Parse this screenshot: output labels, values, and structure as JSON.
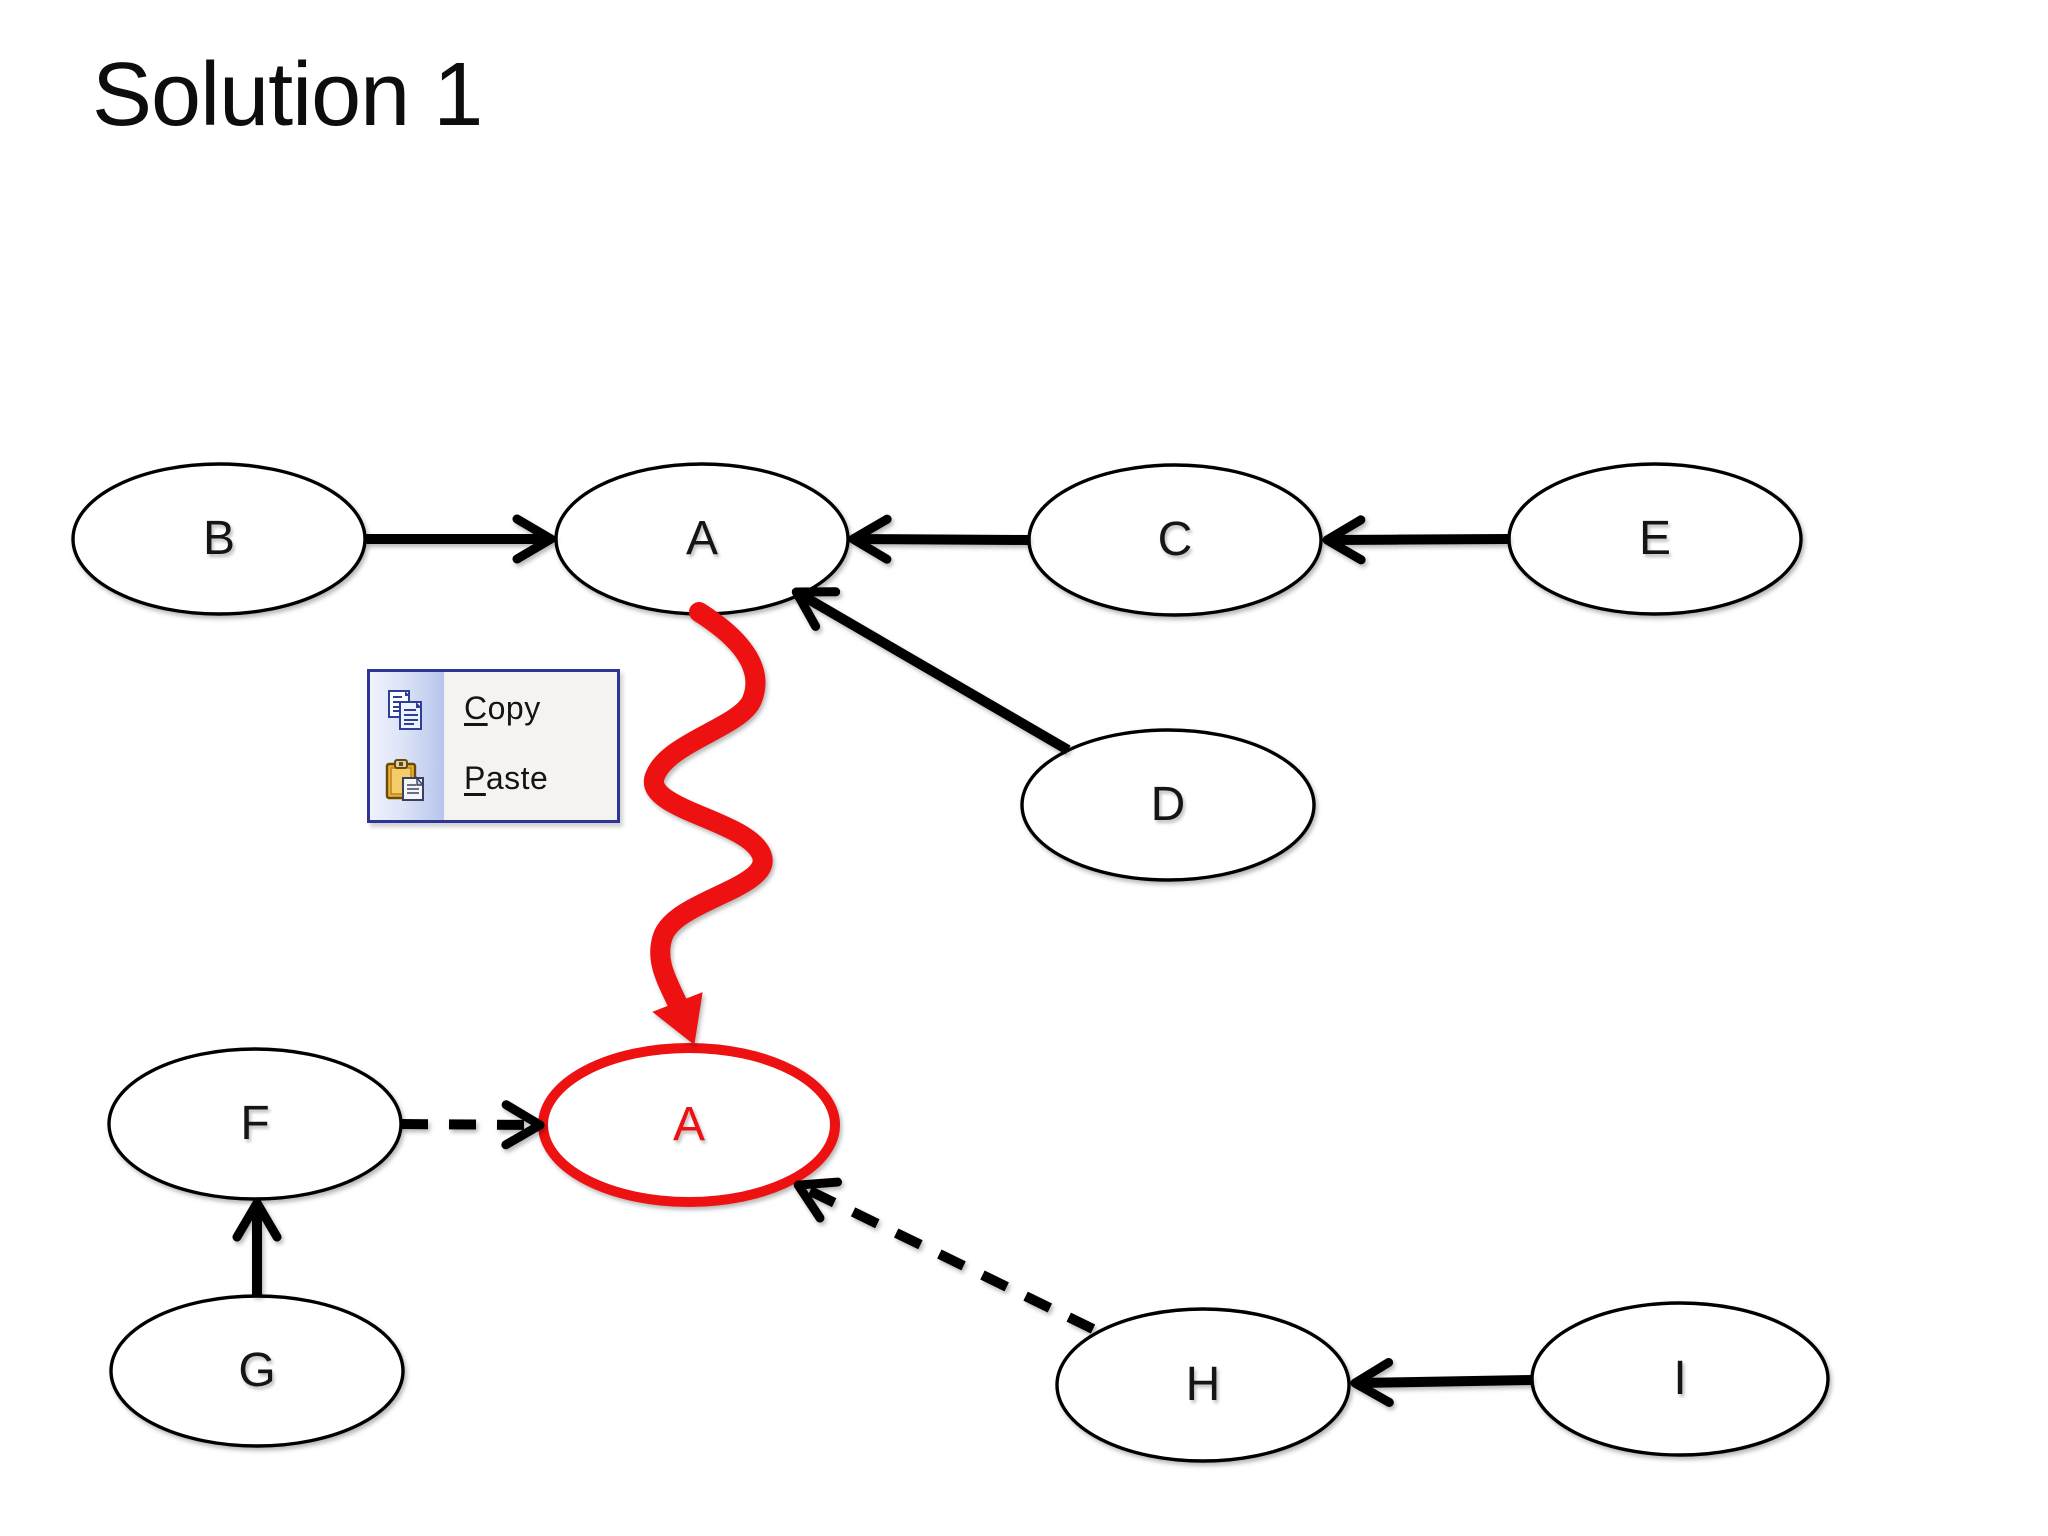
{
  "title": "Solution 1",
  "diagram": {
    "node_fill": "#ffffff",
    "node_stroke": "#000000",
    "highlight_color": "#ee1111",
    "nodes": [
      {
        "id": "B",
        "label": "B",
        "highlighted": false
      },
      {
        "id": "A",
        "label": "A",
        "highlighted": false
      },
      {
        "id": "C",
        "label": "C",
        "highlighted": false
      },
      {
        "id": "E",
        "label": "E",
        "highlighted": false
      },
      {
        "id": "D",
        "label": "D",
        "highlighted": false
      },
      {
        "id": "A2",
        "label": "A",
        "highlighted": true
      },
      {
        "id": "F",
        "label": "F",
        "highlighted": false
      },
      {
        "id": "G",
        "label": "G",
        "highlighted": false
      },
      {
        "id": "H",
        "label": "H",
        "highlighted": false
      },
      {
        "id": "I",
        "label": "I",
        "highlighted": false
      }
    ],
    "edges": [
      {
        "from": "B",
        "to": "A",
        "style": "solid-arrow"
      },
      {
        "from": "C",
        "to": "A",
        "style": "solid-arrow"
      },
      {
        "from": "E",
        "to": "C",
        "style": "solid-arrow"
      },
      {
        "from": "D",
        "to": "A",
        "style": "solid-arrow"
      },
      {
        "from": "G",
        "to": "F",
        "style": "solid-arrow"
      },
      {
        "from": "I",
        "to": "H",
        "style": "solid-arrow"
      },
      {
        "from": "F",
        "to": "A2",
        "style": "dashed-arrow"
      },
      {
        "from": "H",
        "to": "A2",
        "style": "dashed-arrow"
      },
      {
        "from": "A",
        "to": "A2",
        "style": "red-wavy-arrow"
      }
    ]
  },
  "context_menu": {
    "border_color": "#2e3695",
    "items": [
      {
        "label": "Copy",
        "underlined_letter": "C",
        "rest": "opy",
        "icon": "copy-icon"
      },
      {
        "label": "Paste",
        "underlined_letter": "P",
        "rest": "aste",
        "icon": "paste-icon"
      }
    ]
  }
}
